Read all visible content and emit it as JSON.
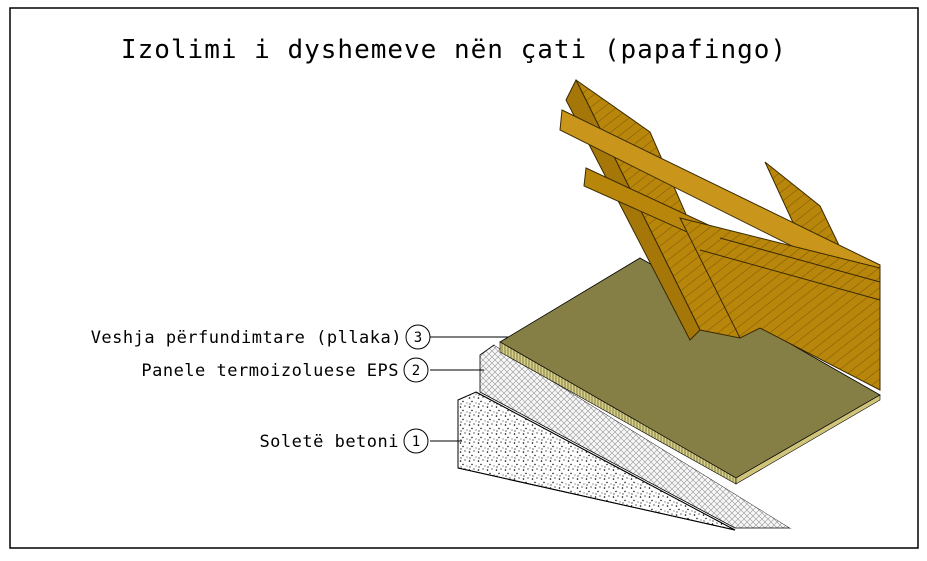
{
  "title": "Izolimi i dyshemeve nën çati (papafingo)",
  "layers": [
    {
      "number": "1",
      "label": "Soletë betoni"
    },
    {
      "number": "2",
      "label": "Panele termoizoluese EPS"
    },
    {
      "number": "3",
      "label": "Veshja përfundimtare (pllaka)"
    }
  ],
  "colors": {
    "border": "#000000",
    "floor_finish": "#857f45",
    "wood": "#b8860b",
    "wood_stroke": "#3a2a00",
    "eps": "#e6e6e6",
    "concrete": "#f2f2f2"
  }
}
